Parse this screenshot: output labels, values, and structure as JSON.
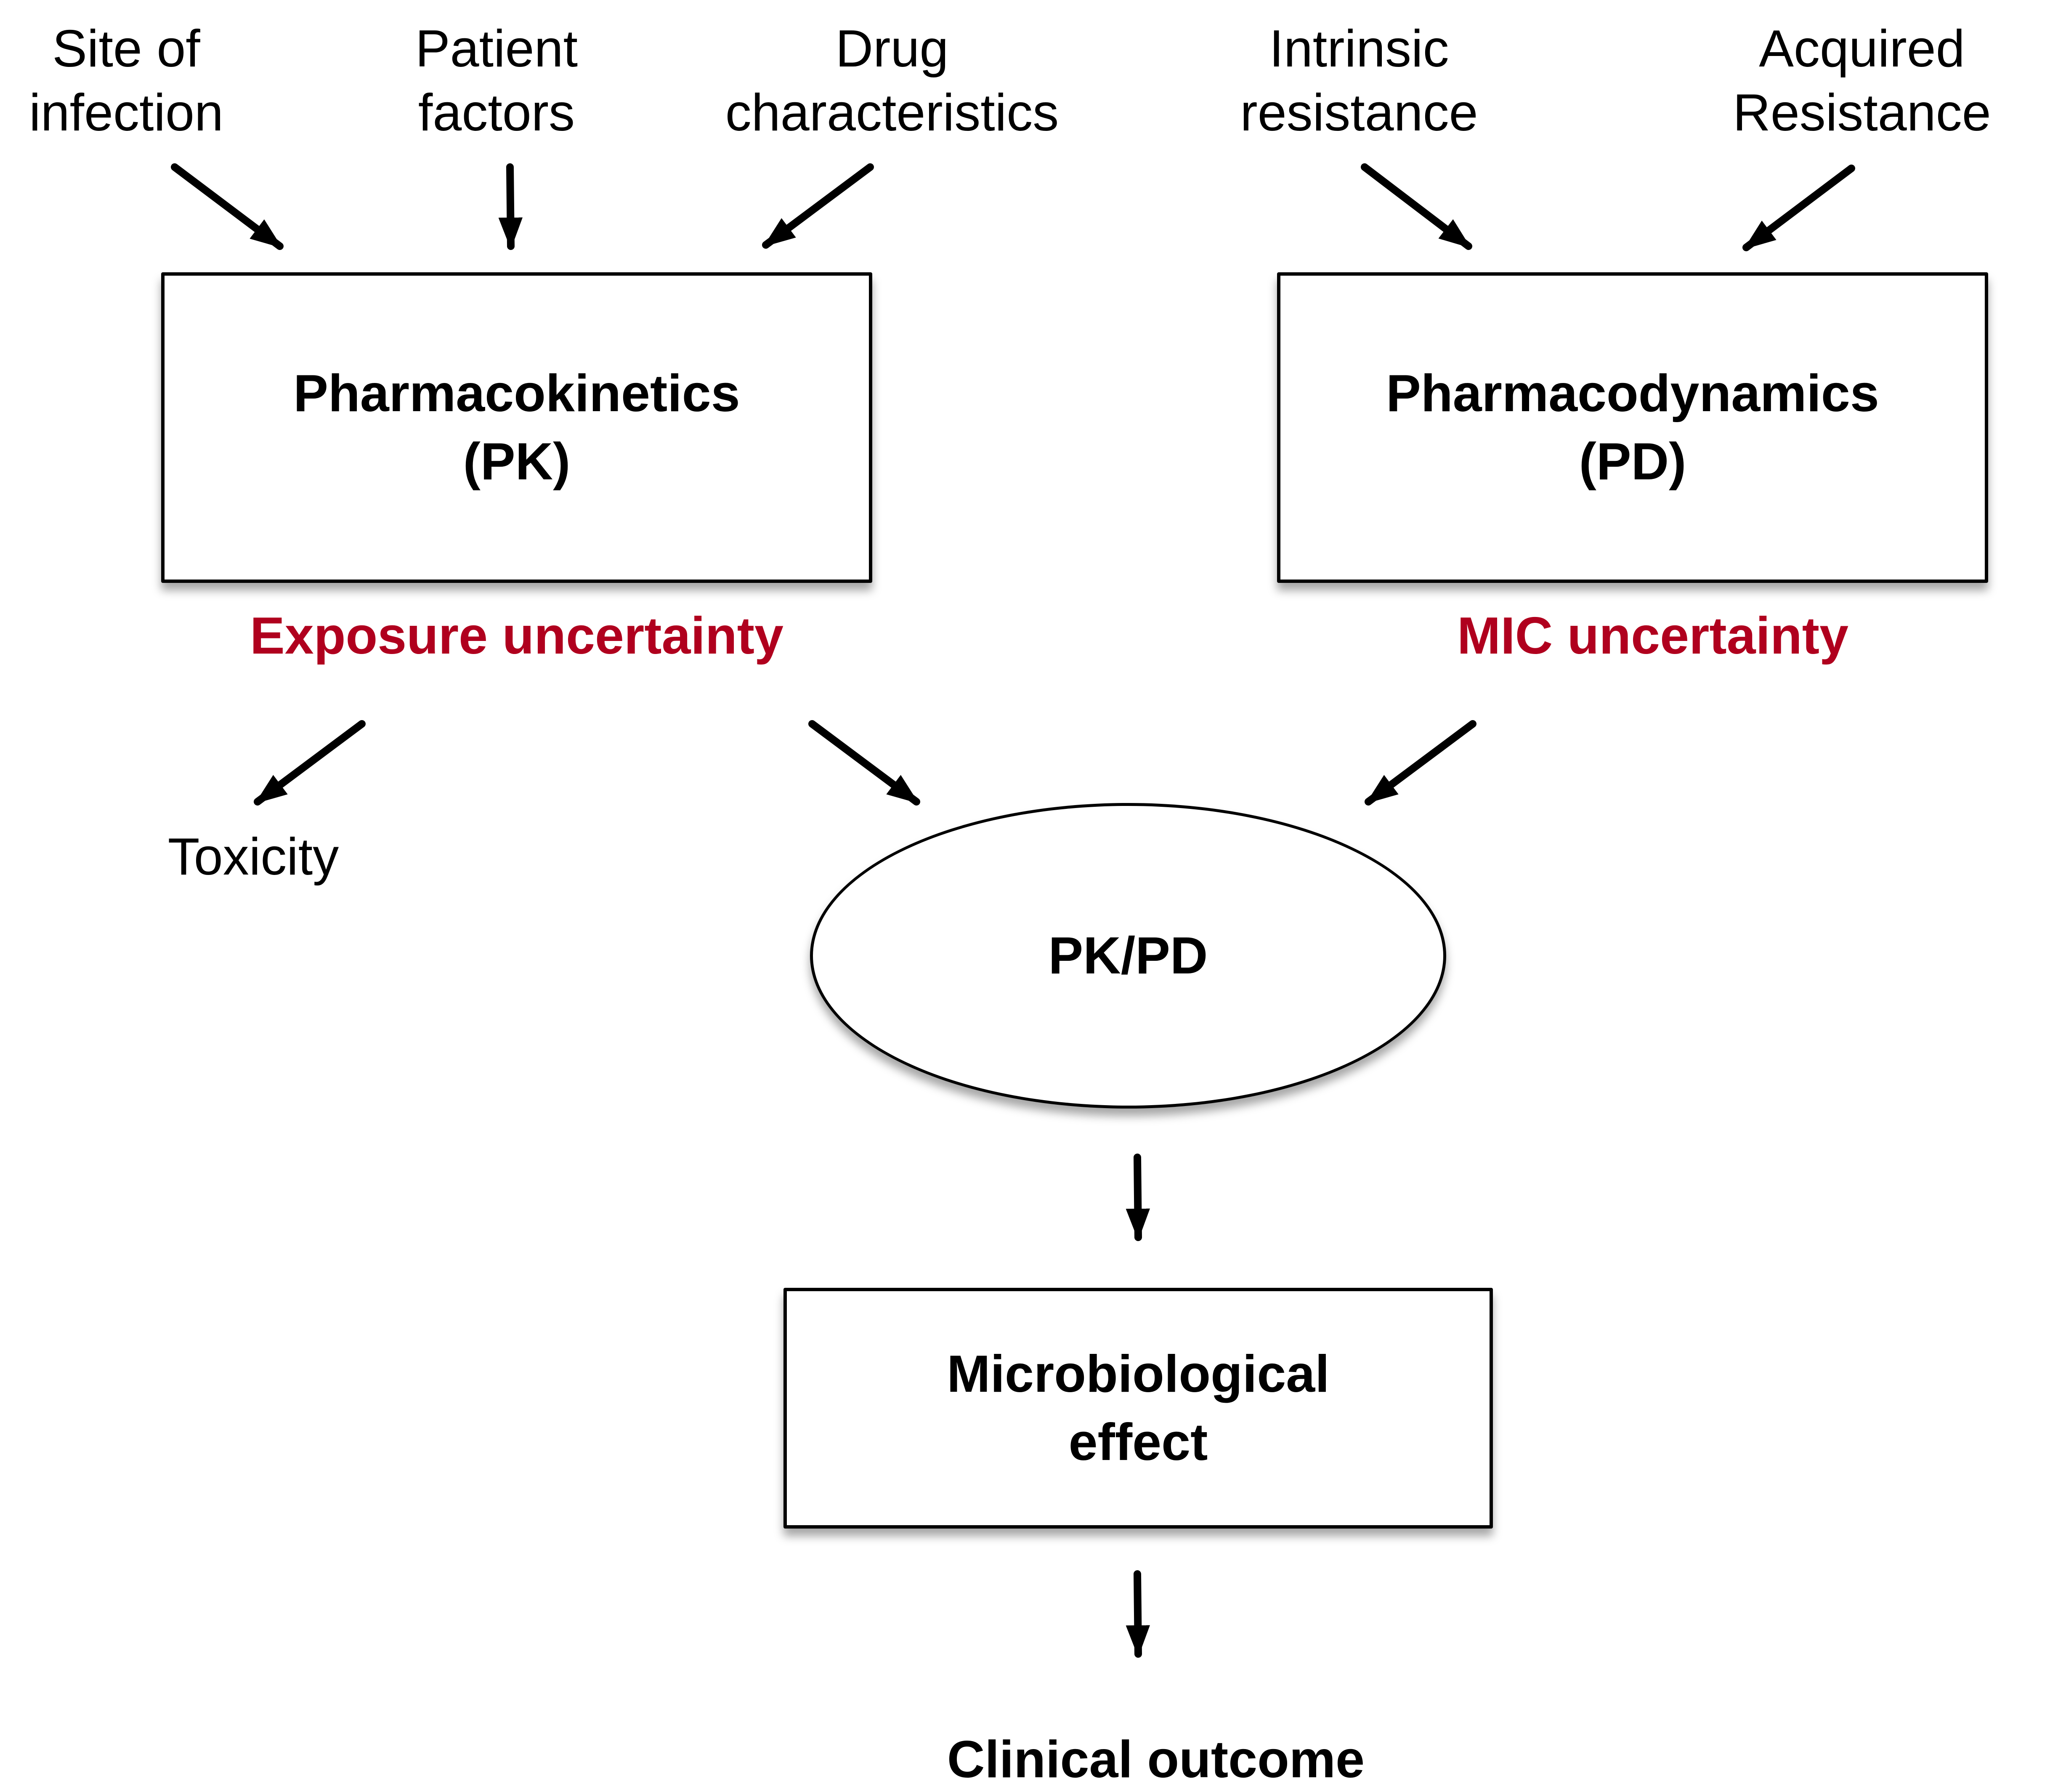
{
  "diagram": {
    "inputs_pk": [
      {
        "id": "site",
        "label": "Site of\ninfection"
      },
      {
        "id": "patient",
        "label": "Patient\nfactors"
      },
      {
        "id": "drug",
        "label": "Drug\ncharacteristics"
      }
    ],
    "inputs_pd": [
      {
        "id": "intrinsic",
        "label": "Intrinsic\nresistance"
      },
      {
        "id": "acquired",
        "label": "Acquired\nResistance"
      }
    ],
    "pk_box": {
      "label": "Pharmacokinetics\n(PK)"
    },
    "pd_box": {
      "label": "Pharmacodynamics\n(PD)"
    },
    "pk_uncertainty": {
      "label": "Exposure uncertainty"
    },
    "pd_uncertainty": {
      "label": "MIC uncertainty"
    },
    "toxicity": {
      "label": "Toxicity"
    },
    "pkpd_node": {
      "label": "PK/PD"
    },
    "micro_box": {
      "label": "Microbiological\neffect"
    },
    "outcome": {
      "label": "Clinical outcome"
    },
    "edges": [
      {
        "from": "Site of infection",
        "to": "Pharmacokinetics (PK)"
      },
      {
        "from": "Patient factors",
        "to": "Pharmacokinetics (PK)"
      },
      {
        "from": "Drug characteristics",
        "to": "Pharmacokinetics (PK)"
      },
      {
        "from": "Intrinsic resistance",
        "to": "Pharmacodynamics (PD)"
      },
      {
        "from": "Acquired Resistance",
        "to": "Pharmacodynamics (PD)"
      },
      {
        "from": "Exposure uncertainty",
        "to": "Toxicity"
      },
      {
        "from": "Exposure uncertainty",
        "to": "PK/PD"
      },
      {
        "from": "MIC uncertainty",
        "to": "PK/PD"
      },
      {
        "from": "PK/PD",
        "to": "Microbiological effect"
      },
      {
        "from": "Microbiological effect",
        "to": "Clinical outcome"
      }
    ]
  },
  "colors": {
    "uncertainty_text": "#b0001e",
    "stroke": "#000000",
    "background": "#ffffff"
  }
}
